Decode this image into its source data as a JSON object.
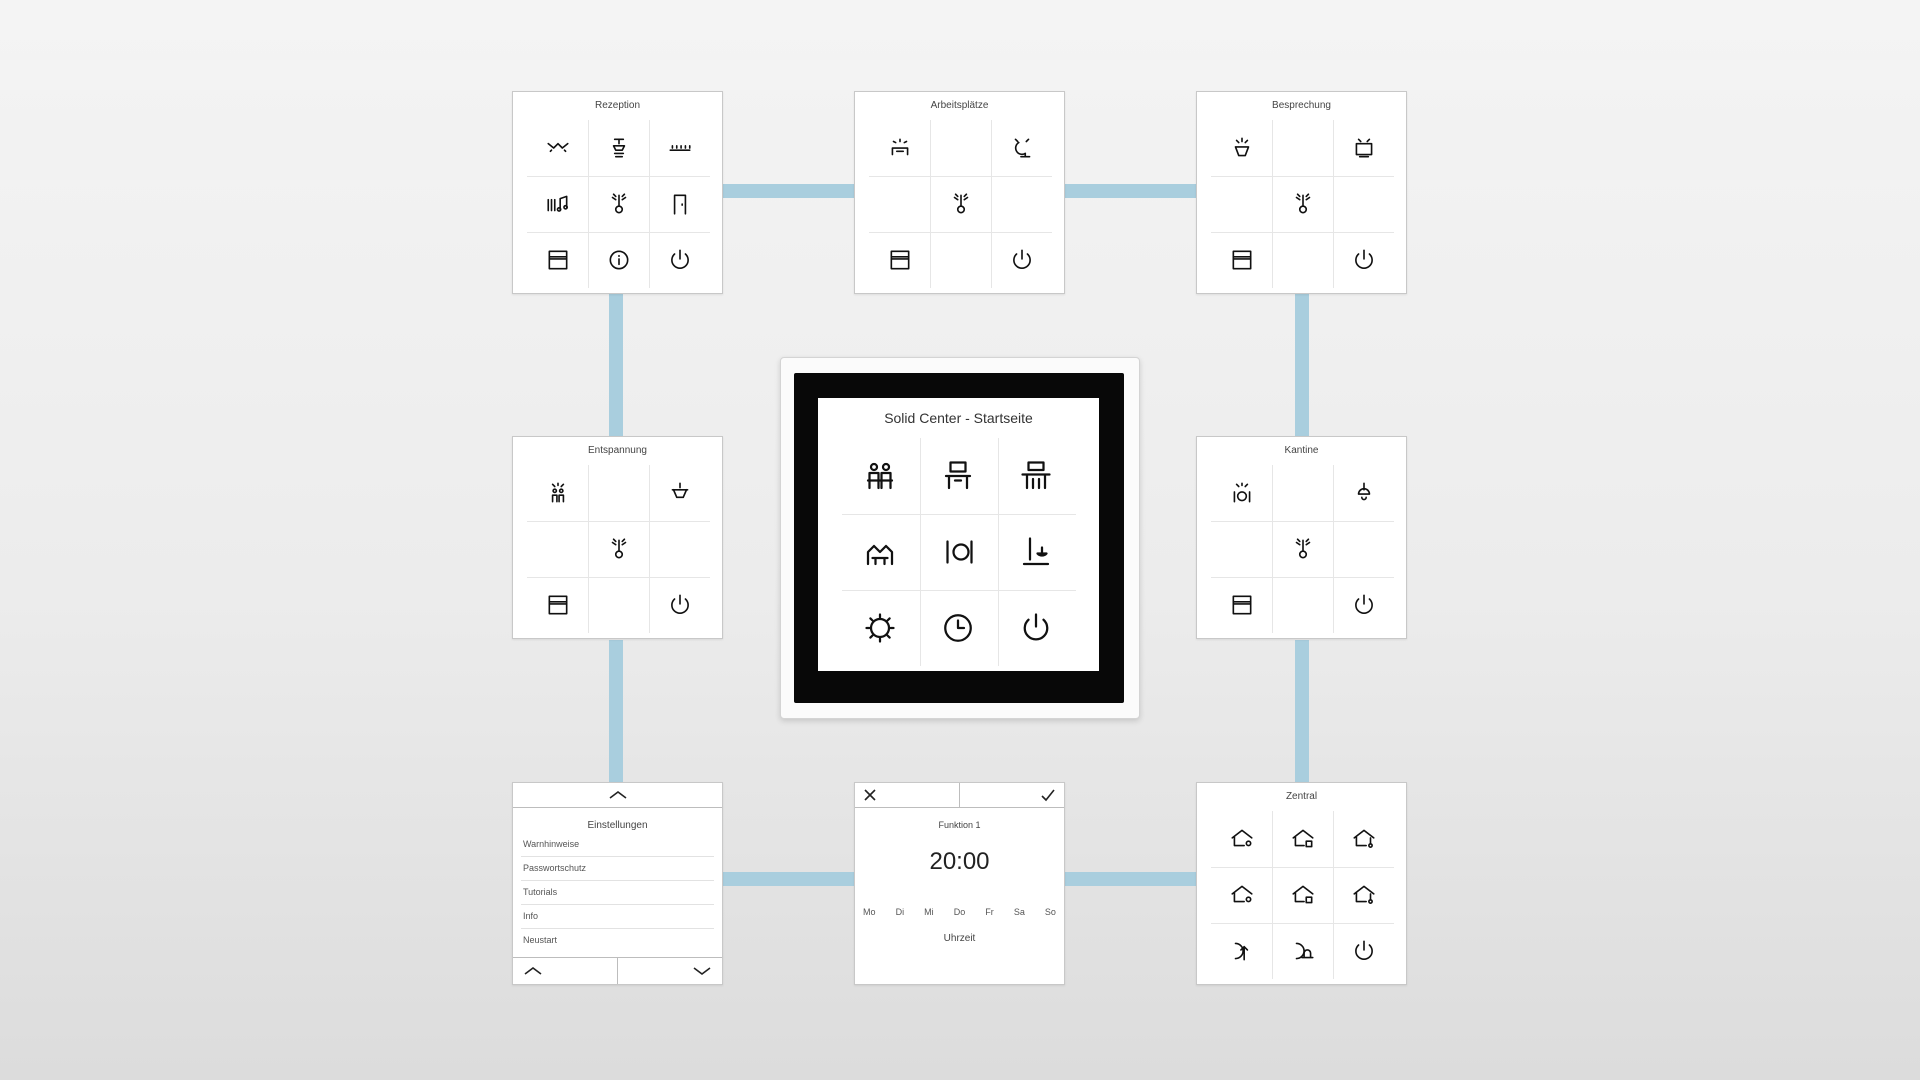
{
  "central": {
    "title": "Solid Center - Startseite",
    "icons": [
      "people-seated-icon",
      "workplace-desk-icon",
      "meeting-table-icon",
      "lounge-seating-icon",
      "cutlery-plate-icon",
      "light-dimmer-icon",
      "settings-gear-icon",
      "clock-icon",
      "power-icon"
    ]
  },
  "panels": {
    "reception": {
      "title": "Rezeption",
      "icons": [
        "ceiling-light-icon",
        "spot-light-icon",
        "led-strip-icon",
        "music-icon",
        "temperature-fan-icon",
        "door-icon",
        "blind-icon",
        "info-icon",
        "power-icon"
      ]
    },
    "workplaces": {
      "title": "Arbeitsplätze",
      "icons": [
        "desk-light-icon",
        "",
        "lamp-icon",
        "",
        "temperature-fan-icon",
        "",
        "blind-icon",
        "",
        "power-icon"
      ]
    },
    "meeting": {
      "title": "Besprechung",
      "icons": [
        "table-light-icon",
        "",
        "presentation-screen-icon",
        "",
        "temperature-fan-icon",
        "",
        "blind-icon",
        "",
        "power-icon"
      ]
    },
    "relaxation": {
      "title": "Entspannung",
      "icons": [
        "lounge-light-icon",
        "",
        "chandelier-icon",
        "",
        "temperature-fan-icon",
        "",
        "blind-icon",
        "",
        "power-icon"
      ]
    },
    "canteen": {
      "title": "Kantine",
      "icons": [
        "dining-light-icon",
        "",
        "pendant-lamp-icon",
        "",
        "temperature-fan-icon",
        "",
        "blind-icon",
        "",
        "power-icon"
      ]
    },
    "central": {
      "title": "Zentral",
      "icons": [
        "house-light-icon",
        "house-lock-icon",
        "house-temperature-icon",
        "house-light-icon",
        "house-lock-icon",
        "house-temperature-icon",
        "away-icon",
        "sleep-icon",
        "power-icon"
      ]
    }
  },
  "settings": {
    "title": "Einstellungen",
    "items": [
      "Warnhinweise",
      "Passwortschutz",
      "Tutorials",
      "Info",
      "Neustart"
    ]
  },
  "timer": {
    "function": "Funktion 1",
    "time": "20:00",
    "days": [
      "Mo",
      "Di",
      "Mi",
      "Do",
      "Fr",
      "Sa",
      "So"
    ],
    "caption": "Uhrzeit"
  },
  "colors": {
    "connector": "#a9cede",
    "device_frame": "#080808"
  }
}
